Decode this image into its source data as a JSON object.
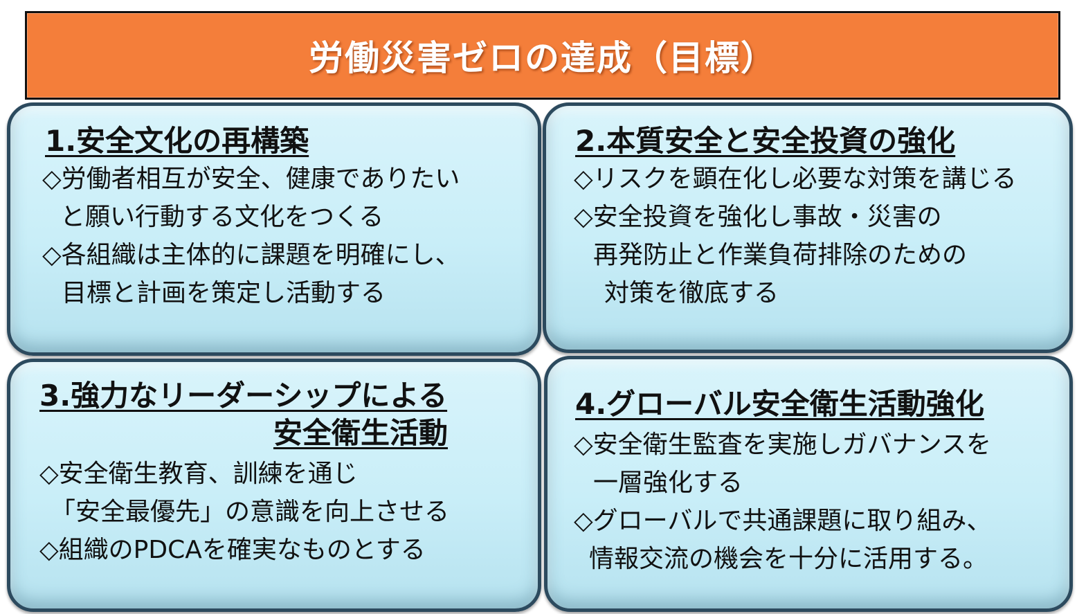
{
  "header": {
    "title": "労働災害ゼロの達成（目標）"
  },
  "cards": [
    {
      "title": "1.安全文化の再構築",
      "lines": [
        "◇労働者相互が安全、健康でありたい",
        "と願い行動する文化をつくる",
        "◇各組織は主体的に課題を明確にし、",
        "目標と計画を策定し活動する"
      ]
    },
    {
      "title": "2.本質安全と安全投資の強化",
      "lines": [
        "◇リスクを顕在化し必要な対策を講じる",
        "◇安全投資を強化し事故・災害の",
        "再発防止と作業負荷排除のための",
        "対策を徹底する"
      ]
    },
    {
      "title_line1": "3.強力なリーダーシップによる",
      "title_line2": "安全衛生活動",
      "lines": [
        "◇安全衛生教育、訓練を通じ",
        "「安全最優先」の意識を向上させる",
        "◇組織のPDCAを確実なものとする"
      ]
    },
    {
      "title": "4.グローバル安全衛生活動強化",
      "lines": [
        "◇安全衛生監査を実施しガバナンスを",
        "一層強化する",
        "◇グローバルで共通課題に取り組み、",
        "情報交流の機会を十分に活用する。"
      ]
    }
  ],
  "colors": {
    "header_bg": "#f47e3a",
    "card_bg": "#c9eef8",
    "card_border": "#2c4a5e"
  }
}
